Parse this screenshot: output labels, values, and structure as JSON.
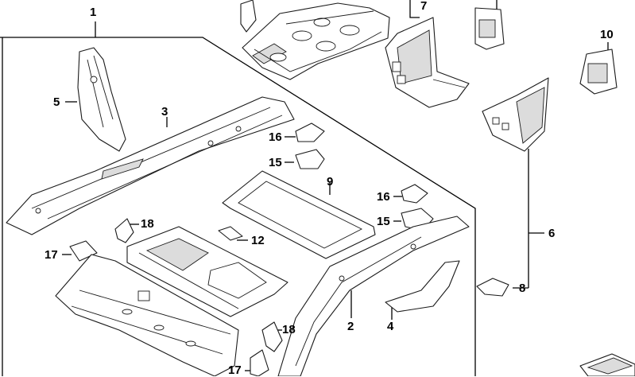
{
  "callouts": {
    "c1": "1",
    "c2": "2",
    "c3": "3",
    "c4": "4",
    "c5": "5",
    "c6": "6",
    "c7": "7",
    "c8": "8",
    "c9": "9",
    "c10": "10",
    "c12": "12",
    "c15a": "15",
    "c15b": "15",
    "c16a": "16",
    "c16b": "16",
    "c17a": "17",
    "c17b": "17",
    "c18a": "18",
    "c18b": "18"
  }
}
